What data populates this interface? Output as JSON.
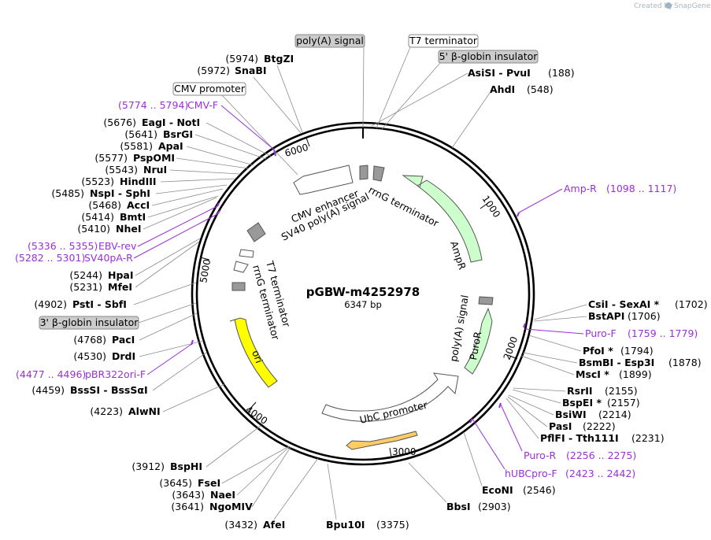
{
  "credit": {
    "text": "Created by",
    "brand": "SnapGene"
  },
  "plasmid": {
    "name": "pGBW-m4252978",
    "size_label": "6347 bp",
    "length": 6347
  },
  "ring_ticks": [
    {
      "bp": 1000,
      "label": "1000"
    },
    {
      "bp": 2000,
      "label": "2000"
    },
    {
      "bp": 3000,
      "label": "3000"
    },
    {
      "bp": 4000,
      "label": "4000"
    },
    {
      "bp": 5000,
      "label": "5000"
    },
    {
      "bp": 6000,
      "label": "6000"
    }
  ],
  "boxed_labels": [
    {
      "text": "poly(A) signal",
      "style": "grey"
    },
    {
      "text": "T7 terminator",
      "style": "white"
    },
    {
      "text": "5' β-globin insulator",
      "style": "grey"
    },
    {
      "text": "CMV promoter",
      "style": "white"
    },
    {
      "text": "3' β-globin insulator",
      "style": "grey"
    }
  ],
  "enzymes_right": [
    {
      "name": "AsiSI  -  PvuI",
      "pos": "(188)"
    },
    {
      "name": "AhdI",
      "pos": "(548)"
    },
    {
      "name": "CsiI  -  SexAI *",
      "pos": "(1702)"
    },
    {
      "name": "BstAPI",
      "pos": "(1706)"
    },
    {
      "name": "PfoI *",
      "pos": "(1794)"
    },
    {
      "name": "BsmBI  -  Esp3I",
      "pos": "(1878)"
    },
    {
      "name": "MscI *",
      "pos": "(1899)"
    },
    {
      "name": "RsrII",
      "pos": "(2155)"
    },
    {
      "name": "BspEI *",
      "pos": "(2157)"
    },
    {
      "name": "BsiWI",
      "pos": "(2214)"
    },
    {
      "name": "PasI",
      "pos": "(2222)"
    },
    {
      "name": "PflFI  -  Tth111I",
      "pos": "(2231)"
    },
    {
      "name": "EcoNI",
      "pos": "(2546)"
    },
    {
      "name": "BbsI",
      "pos": "(2903)"
    },
    {
      "name": "Bpu10I",
      "pos": "(3375)"
    }
  ],
  "enzymes_left": [
    {
      "name": "BtgZI",
      "pos": "(5974)"
    },
    {
      "name": "SnaBI",
      "pos": "(5972)"
    },
    {
      "name": "EagI  -  NotI",
      "pos": "(5676)"
    },
    {
      "name": "BsrGI",
      "pos": "(5641)"
    },
    {
      "name": "ApaI",
      "pos": "(5581)"
    },
    {
      "name": "PspOMI",
      "pos": "(5577)"
    },
    {
      "name": "NruI",
      "pos": "(5543)"
    },
    {
      "name": "HindIII",
      "pos": "(5523)"
    },
    {
      "name": "NspI  -  SphI",
      "pos": "(5485)"
    },
    {
      "name": "AccI",
      "pos": "(5468)"
    },
    {
      "name": "BmtI",
      "pos": "(5414)"
    },
    {
      "name": "NheI",
      "pos": "(5410)"
    },
    {
      "name": "HpaI",
      "pos": "(5244)"
    },
    {
      "name": "MfeI",
      "pos": "(5231)"
    },
    {
      "name": "PstI  -  SbfI",
      "pos": "(4902)"
    },
    {
      "name": "PacI",
      "pos": "(4768)"
    },
    {
      "name": "DrdI",
      "pos": "(4530)"
    },
    {
      "name": "BssSI  -  BssSαI",
      "pos": "(4459)"
    },
    {
      "name": "AlwNI",
      "pos": "(4223)"
    },
    {
      "name": "BspHI",
      "pos": "(3912)"
    },
    {
      "name": "FseI",
      "pos": "(3645)"
    },
    {
      "name": "NaeI",
      "pos": "(3643)"
    },
    {
      "name": "NgoMIV",
      "pos": "(3641)"
    },
    {
      "name": "AfeI",
      "pos": "(3432)"
    }
  ],
  "primers": [
    {
      "name": "CMV-F",
      "range": "(5774 .. 5794)"
    },
    {
      "name": "Amp-R",
      "range": "(1098 .. 1117)"
    },
    {
      "name": "EBV-rev",
      "range": "(5336 .. 5355)"
    },
    {
      "name": "SV40pA-R",
      "range": "(5282 .. 5301)"
    },
    {
      "name": "Puro-F",
      "range": "(1759 .. 1779)"
    },
    {
      "name": "pBR322ori-F",
      "range": "(4477 .. 4496)"
    },
    {
      "name": "Puro-R",
      "range": "(2256 .. 2275)"
    },
    {
      "name": "hUBCpro-F",
      "range": "(2423 .. 2442)"
    }
  ],
  "features": [
    {
      "name": "CMV enhancer",
      "color": "#ffffff"
    },
    {
      "name": "SV40 poly(A) signal",
      "color": "#999999"
    },
    {
      "name": "rrnG terminator",
      "color": "#999999"
    },
    {
      "name": "T7 terminator",
      "color": "#ffffff"
    },
    {
      "name": "rrnG terminator",
      "color": "#999999"
    },
    {
      "name": "AmpR",
      "color": "#ccffcc"
    },
    {
      "name": "poly(A) signal",
      "color": "#999999"
    },
    {
      "name": "PuroR",
      "color": "#ccffcc"
    },
    {
      "name": "UbC promoter",
      "color": "#ffffff"
    },
    {
      "name": "ori",
      "color": "#ffff00"
    }
  ]
}
